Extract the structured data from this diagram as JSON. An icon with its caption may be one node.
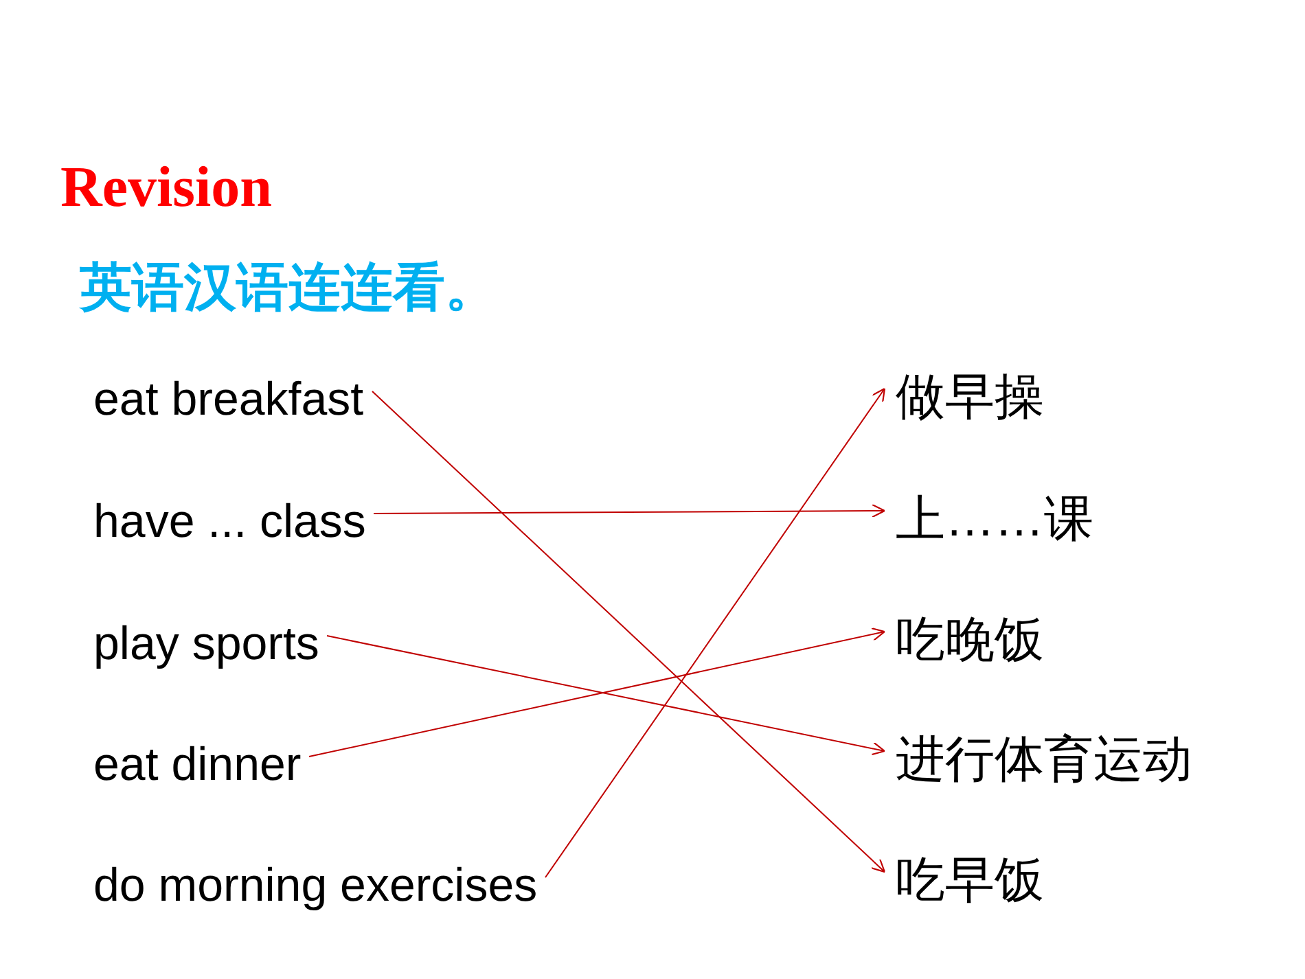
{
  "diagram": {
    "title": "Revision",
    "nodes": [
      {
        "text": [
          "eat breakfast"
        ]
      },
      {
        "text": [
          "have ... class"
        ]
      },
      {
        "text": [
          "play sports"
        ]
      },
      {
        "text": [
          "eat dinner"
        ]
      },
      {
        "text": [
          "do morning exercises"
        ]
      },
      {
        "text": [
          "做早操"
        ]
      },
      {
        "text": [
          "上……课"
        ]
      },
      {
        "text": [
          "吃晚饭"
        ]
      },
      {
        "text": [
          "进行体育运动"
        ]
      },
      {
        "text": [
          "吃早饭"
        ]
      }
    ],
    "edges": [
      {
        "from": 0,
        "to": 9,
        "arrow": "to"
      },
      {
        "from": 1,
        "to": 6,
        "arrow": "to"
      },
      {
        "from": 2,
        "to": 8,
        "arrow": "to"
      },
      {
        "from": 3,
        "to": 7,
        "arrow": "to"
      },
      {
        "from": 4,
        "to": 5,
        "arrow": "to"
      }
    ],
    "labels": [
      "英语汉语连连看。"
    ]
  }
}
